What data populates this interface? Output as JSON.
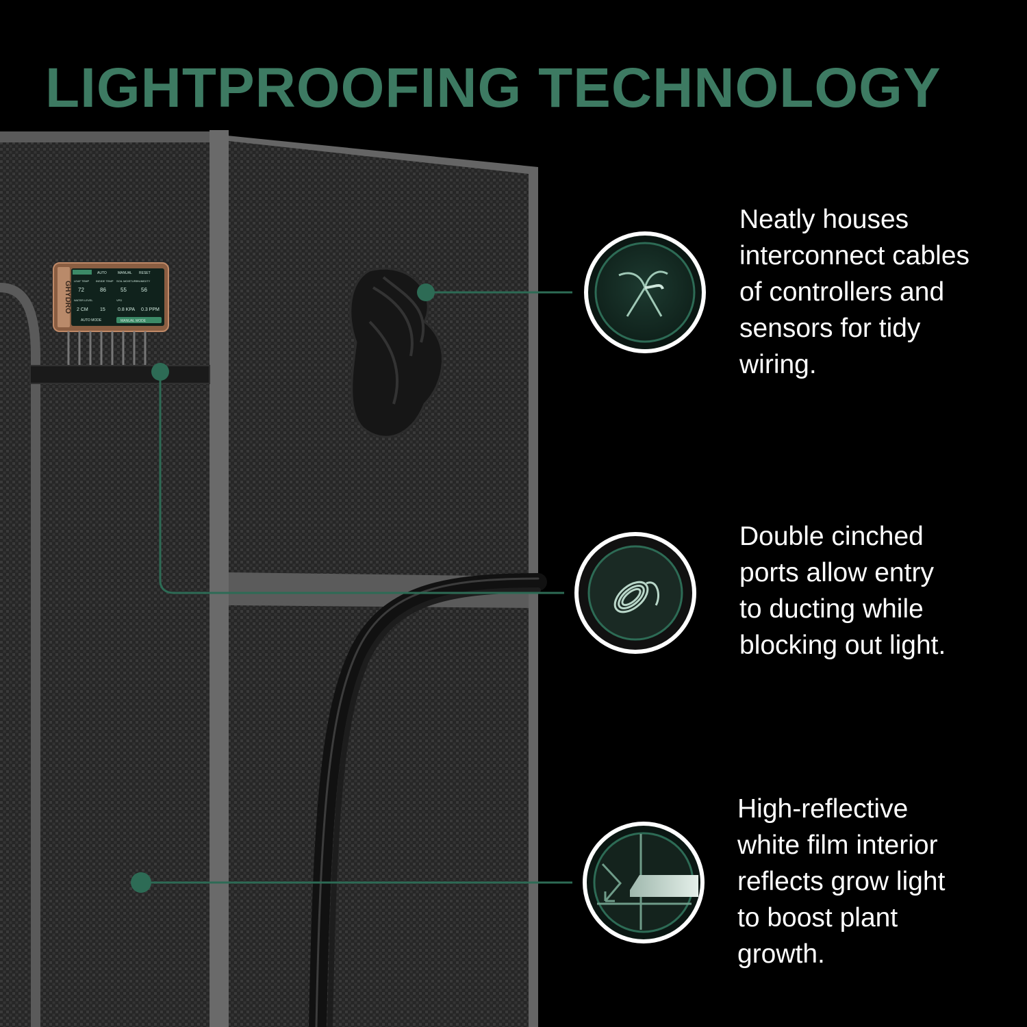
{
  "title": "LIGHTPROOFING TECHNOLOGY",
  "features": [
    {
      "icon": "cable-tie-icon",
      "text": "Neatly houses\ninterconnect cables\nof controllers and\nsensors for tidy\nwiring."
    },
    {
      "icon": "rope-coil-icon",
      "text": "Double cinched\nports allow entry\nto ducting while\nblocking out light."
    },
    {
      "icon": "reflective-film-icon",
      "text": "High-reflective\nwhite film interior\nreflects grow light\nto boost plant\ngrowth."
    }
  ],
  "controller": {
    "brand": "GHYDRO",
    "tabs": [
      "AUTO",
      "MANUAL",
      "RESET"
    ],
    "labels": [
      "LEAF TEMP",
      "INSIDE TEMP",
      "SOIL MOISTURE",
      "HUMIDITY",
      "WATER LEVEL",
      "VPD"
    ],
    "values": [
      "72",
      "86",
      "55",
      "56",
      "2 CM",
      "15",
      "0.8 KPA",
      "0.3 PPM"
    ],
    "modes": [
      "AUTO MODE",
      "MANUAL MODE"
    ]
  },
  "colors": {
    "accent": "#2d6b55",
    "title": "#3d7a62",
    "background": "#000000",
    "frame": "#5f5f5f",
    "fabric": "#2b2b2b",
    "text": "#ffffff"
  }
}
